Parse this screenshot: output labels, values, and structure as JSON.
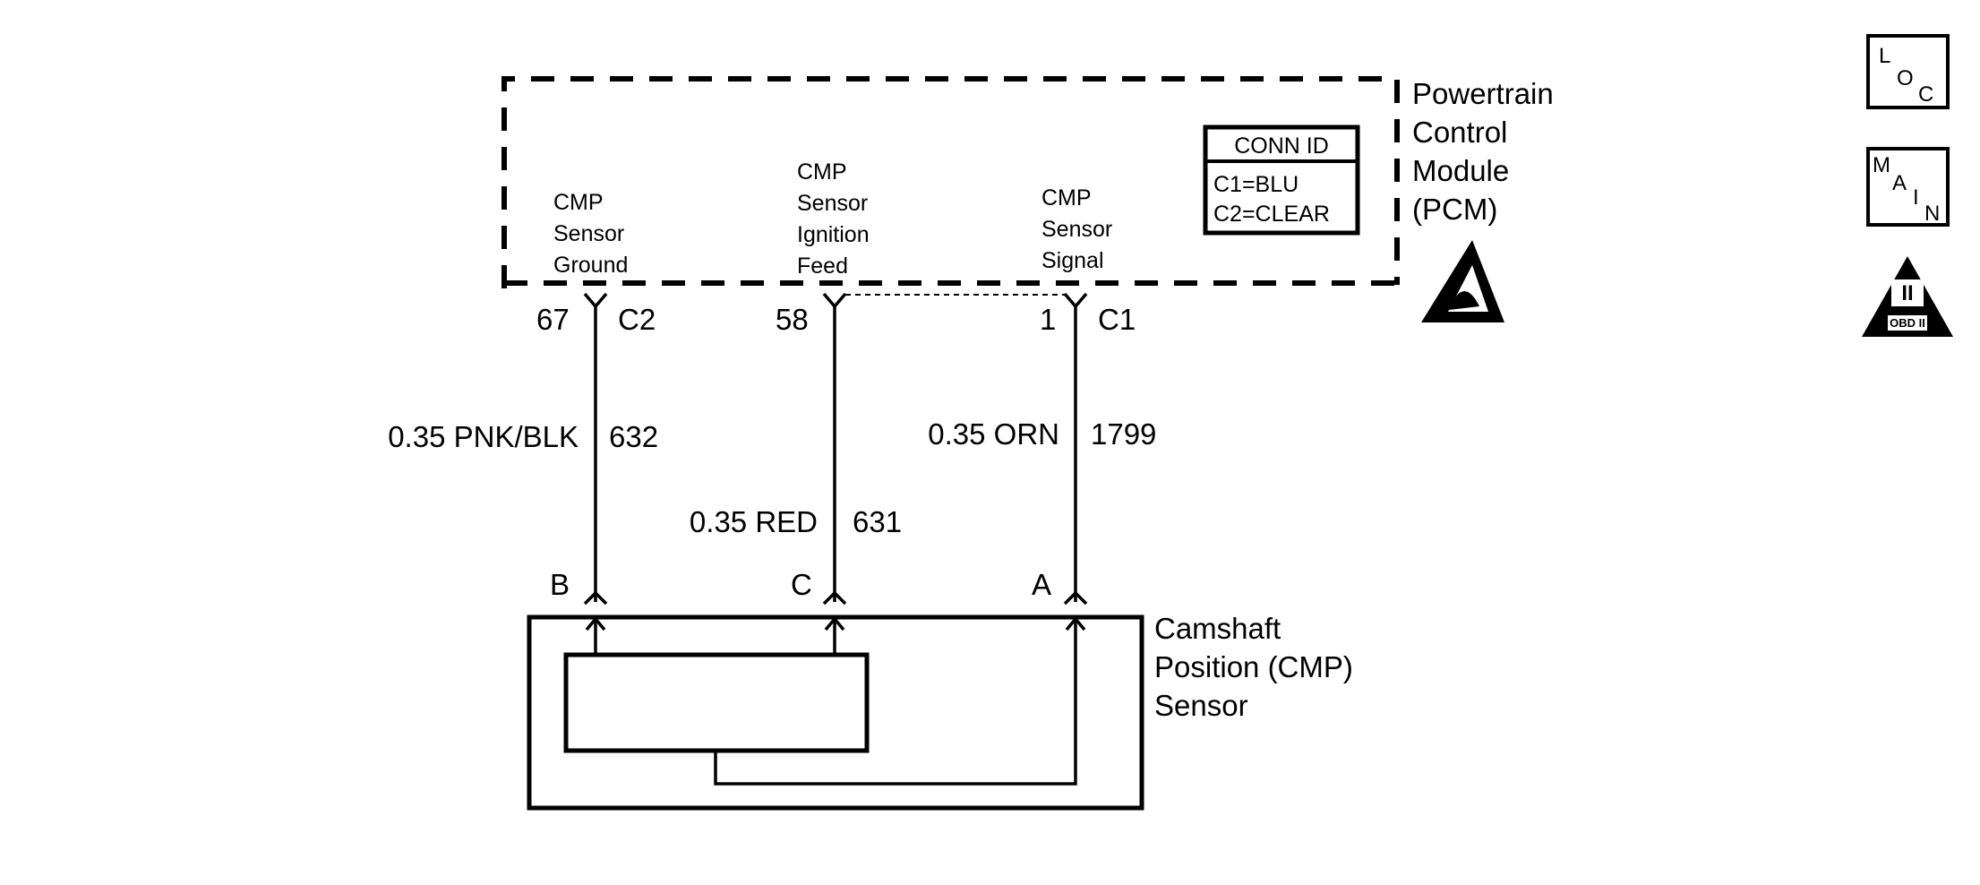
{
  "pcm": {
    "title_lines": [
      "Powertrain",
      "Control",
      "Module",
      "(PCM)"
    ],
    "conn_id": {
      "header": "CONN ID",
      "rows": [
        "C1=BLU",
        "C2=CLEAR"
      ]
    },
    "signals": [
      {
        "lines": [
          "CMP",
          "Sensor",
          "Ground"
        ],
        "pin": "67",
        "connector": "C2"
      },
      {
        "lines": [
          "CMP",
          "Sensor",
          "Ignition",
          "Feed"
        ],
        "pin": "58",
        "connector": ""
      },
      {
        "lines": [
          "CMP",
          "Sensor",
          "Signal"
        ],
        "pin": "1",
        "connector": "C1"
      }
    ]
  },
  "wires": [
    {
      "gauge_color": "0.35 PNK/BLK",
      "circuit": "632"
    },
    {
      "gauge_color": "0.35 RED",
      "circuit": "631"
    },
    {
      "gauge_color": "0.35 ORN",
      "circuit": "1799"
    }
  ],
  "sensor": {
    "title_lines": [
      "Camshaft",
      "Position (CMP)",
      "Sensor"
    ],
    "terminals": [
      "B",
      "C",
      "A"
    ]
  },
  "icons": {
    "loc": {
      "name": "loc-icon",
      "letters": [
        "L",
        "O",
        "C"
      ]
    },
    "main": {
      "name": "main-icon",
      "letters": [
        "M",
        "A",
        "I",
        "N"
      ]
    },
    "obd": {
      "name": "obd-ii-icon",
      "roman": "II",
      "label": "OBD II"
    },
    "esd": {
      "name": "esd-sensitive-icon"
    }
  }
}
